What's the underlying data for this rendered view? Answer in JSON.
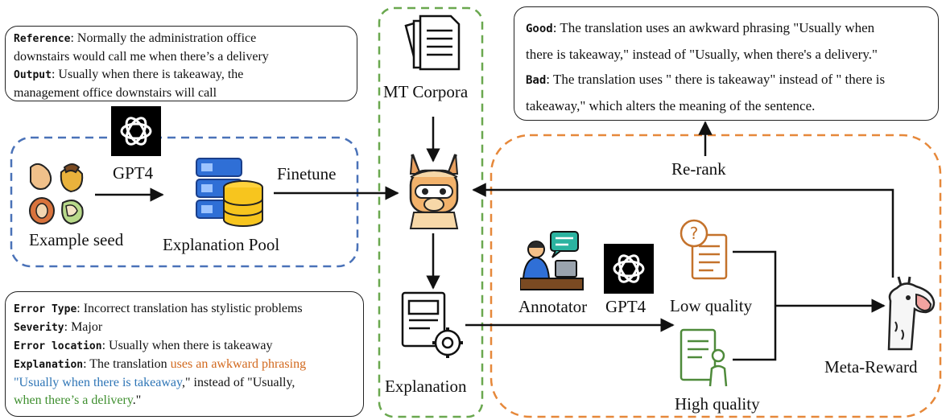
{
  "reference_box": {
    "reference_key": "Reference",
    "reference_text_1": ": Normally the administration office",
    "reference_text_2": "downstairs would call me when there’s a delivery",
    "output_key": "Output",
    "output_text_1": ": Usually when there is takeaway, the",
    "output_text_2": "management office downstairs will call"
  },
  "seed_section": {
    "gpt_label": "GPT4",
    "seed_label": "Example seed",
    "pool_label": "Explanation Pool",
    "finetune_label": "Finetune"
  },
  "corpora": {
    "label": "MT Corpora"
  },
  "explanation": {
    "label": "Explanation"
  },
  "explanation_box": {
    "error_type_key": "Error Type",
    "error_type_val": ": Incorrect translation has stylistic problems",
    "severity_key": "Severity",
    "severity_val": ": Major",
    "location_key": "Error location",
    "location_val": ": Usually when there is takeaway",
    "expl_key": "Explanation",
    "expl_pre": ": The translation ",
    "expl_orange": "uses an awkward phrasing",
    "expl_blue": "\"Usually when there is takeaway",
    "expl_mid": ",\" instead of \"Usually,",
    "expl_green": "when there’s a delivery",
    "expl_end": ".\""
  },
  "judgement_box": {
    "good_key": "Good",
    "good_1": ": The translation uses an awkward phrasing \"Usually when",
    "good_2": "there is takeaway,\" instead of \"Usually, when there's a delivery.\"",
    "bad_key": "Bad",
    "bad_1": ": The translation uses \" there is takeaway\" instead of \" there is",
    "bad_2": "takeaway,\" which alters the meaning of the sentence."
  },
  "reward_section": {
    "rerank_label": "Re-rank",
    "annotator_label": "Annotator",
    "gpt_label": "GPT4",
    "low_label": "Low quality",
    "high_label": "High quality",
    "meta_label": "Meta-Reward"
  },
  "colors": {
    "blue_dash": "#4a72b8",
    "green_dash": "#6aa84f",
    "orange_dash": "#e6883a"
  }
}
